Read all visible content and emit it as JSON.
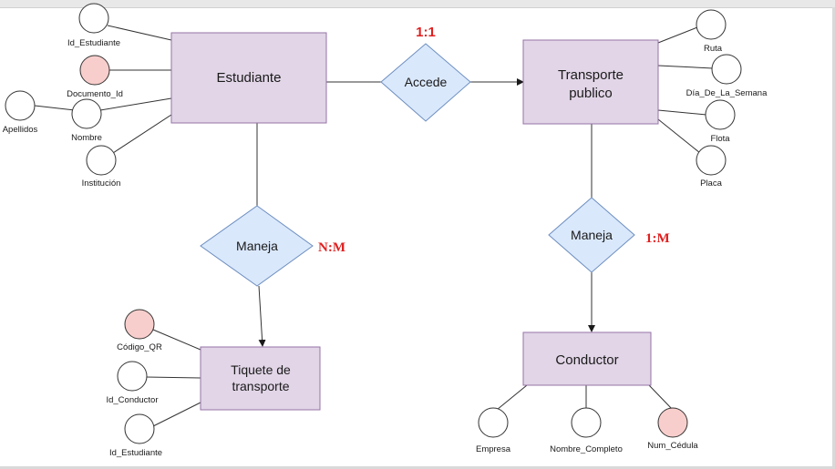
{
  "colors": {
    "entity_fill": "#e1d5e7",
    "entity_stroke": "#9673a6",
    "relation_fill": "#dae8fc",
    "relation_stroke": "#6c8ebf",
    "key_attr_fill": "#f8cecc",
    "attr_fill": "#ffffff",
    "line": "#333333",
    "cardinality": "#e01f1f"
  },
  "entities": {
    "estudiante": "Estudiante",
    "transporte": [
      "Transporte",
      "publico"
    ],
    "tiquete": [
      "Tiquete de",
      "transporte"
    ],
    "conductor": "Conductor"
  },
  "relations": {
    "accede": "Accede",
    "maneja_left": "Maneja",
    "maneja_right": "Maneja"
  },
  "cardinalities": {
    "accede": "1:1",
    "maneja_left": "N:M",
    "maneja_right": "1:M"
  },
  "attributes": {
    "id_estudiante": "Id_Estudiante",
    "documento_id": "Documento_Id",
    "apellidos": "Apellidos",
    "nombre": "Nombre",
    "institucion": "Institución",
    "ruta": "Ruta",
    "dia_semana": "Día_De_La_Semana",
    "flota": "Flota",
    "placa": "Placa",
    "codigo_qr": "Código_QR",
    "id_conductor": "Id_Conductor",
    "id_estudiante_tiquete": "Id_Estudiante",
    "empresa": "Empresa",
    "nombre_completo": "Nombre_Completo",
    "num_cedula": "Num_Cédula"
  }
}
